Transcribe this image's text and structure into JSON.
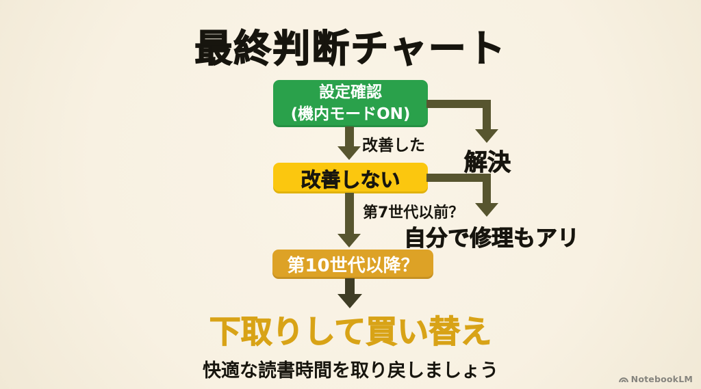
{
  "title": "最終判断チャート",
  "colors": {
    "green": "#2aa14b",
    "yellow": "#fbc70f",
    "amber": "#dda226",
    "arrow": "#57552f",
    "arrow_dark": "#3f3d25",
    "gold": "#d8a317",
    "ink": "#17150e",
    "watermark_gray": "#85847e"
  },
  "flow": {
    "settings_node": {
      "line1": "設定確認",
      "line2": "(機内モードON)"
    },
    "improved_label": "改善した",
    "solved_label": "解決",
    "no_improvement_node": "改善しない",
    "gen7_label": "第7世代以前？",
    "self_repair_label": "自分で修理もアリ",
    "gen10_node": "第10世代以降？",
    "result_label": "下取りして買い替え",
    "footer_label": "快適な読書時間を取り戻しましょう"
  },
  "watermark": {
    "label": "NotebookLM"
  }
}
